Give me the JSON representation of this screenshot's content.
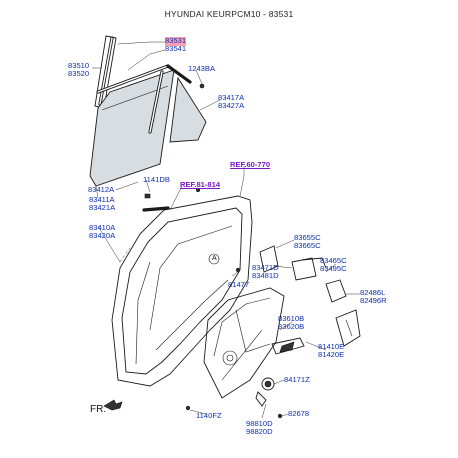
{
  "title": "HYUNDAI KEURPCM10 - 83531",
  "highlight_color": "#ff9fb0",
  "label_color": "#0b2fb0",
  "ref_color": "#7a18c8",
  "labels": {
    "l83531": "83531",
    "l83541": "83541",
    "l83510": "83510",
    "l83520": "83520",
    "l1243BA": "1243BA",
    "l83417A": "83417A",
    "l83427A": "83427A",
    "l83412A": "83412A",
    "l1141DB": "1141DB",
    "l83411A": "83411A",
    "l83421A": "83421A",
    "l83410A": "83410A",
    "l83420A": "83420A",
    "l83655C": "83655C",
    "l83665C": "83665C",
    "l83471D": "83471D",
    "l83481D": "83481D",
    "l83465C": "83465C",
    "l83495C": "83495C",
    "l81477": "81477",
    "l82486L": "82486L",
    "l82496R": "82496R",
    "l83610B": "83610B",
    "l83620B": "83620B",
    "l81410E": "81410E",
    "l81420E": "81420E",
    "l84171Z": "84171Z",
    "l1140FZ": "1140FZ",
    "l82678": "82678",
    "l98810D": "98810D",
    "l98820D": "98820D"
  },
  "refs": {
    "r1": "REF.60-770",
    "r2": "REF.81-814"
  },
  "callout": "A",
  "direction": "FR."
}
